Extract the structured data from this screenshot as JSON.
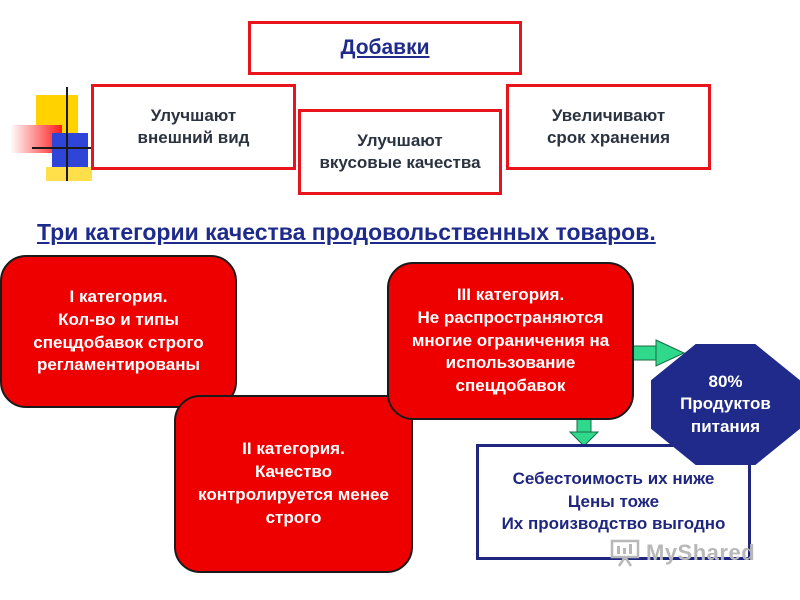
{
  "colors": {
    "accent_red": "#e8141c",
    "pill_red": "#ee0000",
    "navy": "#1f2680",
    "arrow_green": "#2fd88a"
  },
  "title": "Добавки",
  "effects": {
    "appearance": [
      "Улучшают",
      "внешний вид"
    ],
    "taste": [
      "Улучшают",
      "вкусовые качества"
    ],
    "shelf_life": [
      "Увеличивают",
      "срок хранения"
    ]
  },
  "subtitle": "Три категории качества продовольственных товаров.",
  "categories": {
    "first": [
      "I категория.",
      "Кол-во и типы",
      "спецдобавок строго",
      "регламентированы"
    ],
    "second": [
      "II категория.",
      "Качество",
      "контролируется менее",
      "строго"
    ],
    "third": [
      "III категория.",
      "Не распространяются",
      "многие ограничения на",
      "использование",
      "спецдобавок"
    ]
  },
  "share": [
    "80%",
    "Продуктов",
    "питания"
  ],
  "consequences": [
    "Себестоимость их ниже",
    "Цены тоже",
    "Их производство выгодно"
  ],
  "watermark": "MyShared",
  "icons": [
    "decorative-squares-icon",
    "arrow-right-icon",
    "arrow-down-icon",
    "presentation-board-icon"
  ]
}
